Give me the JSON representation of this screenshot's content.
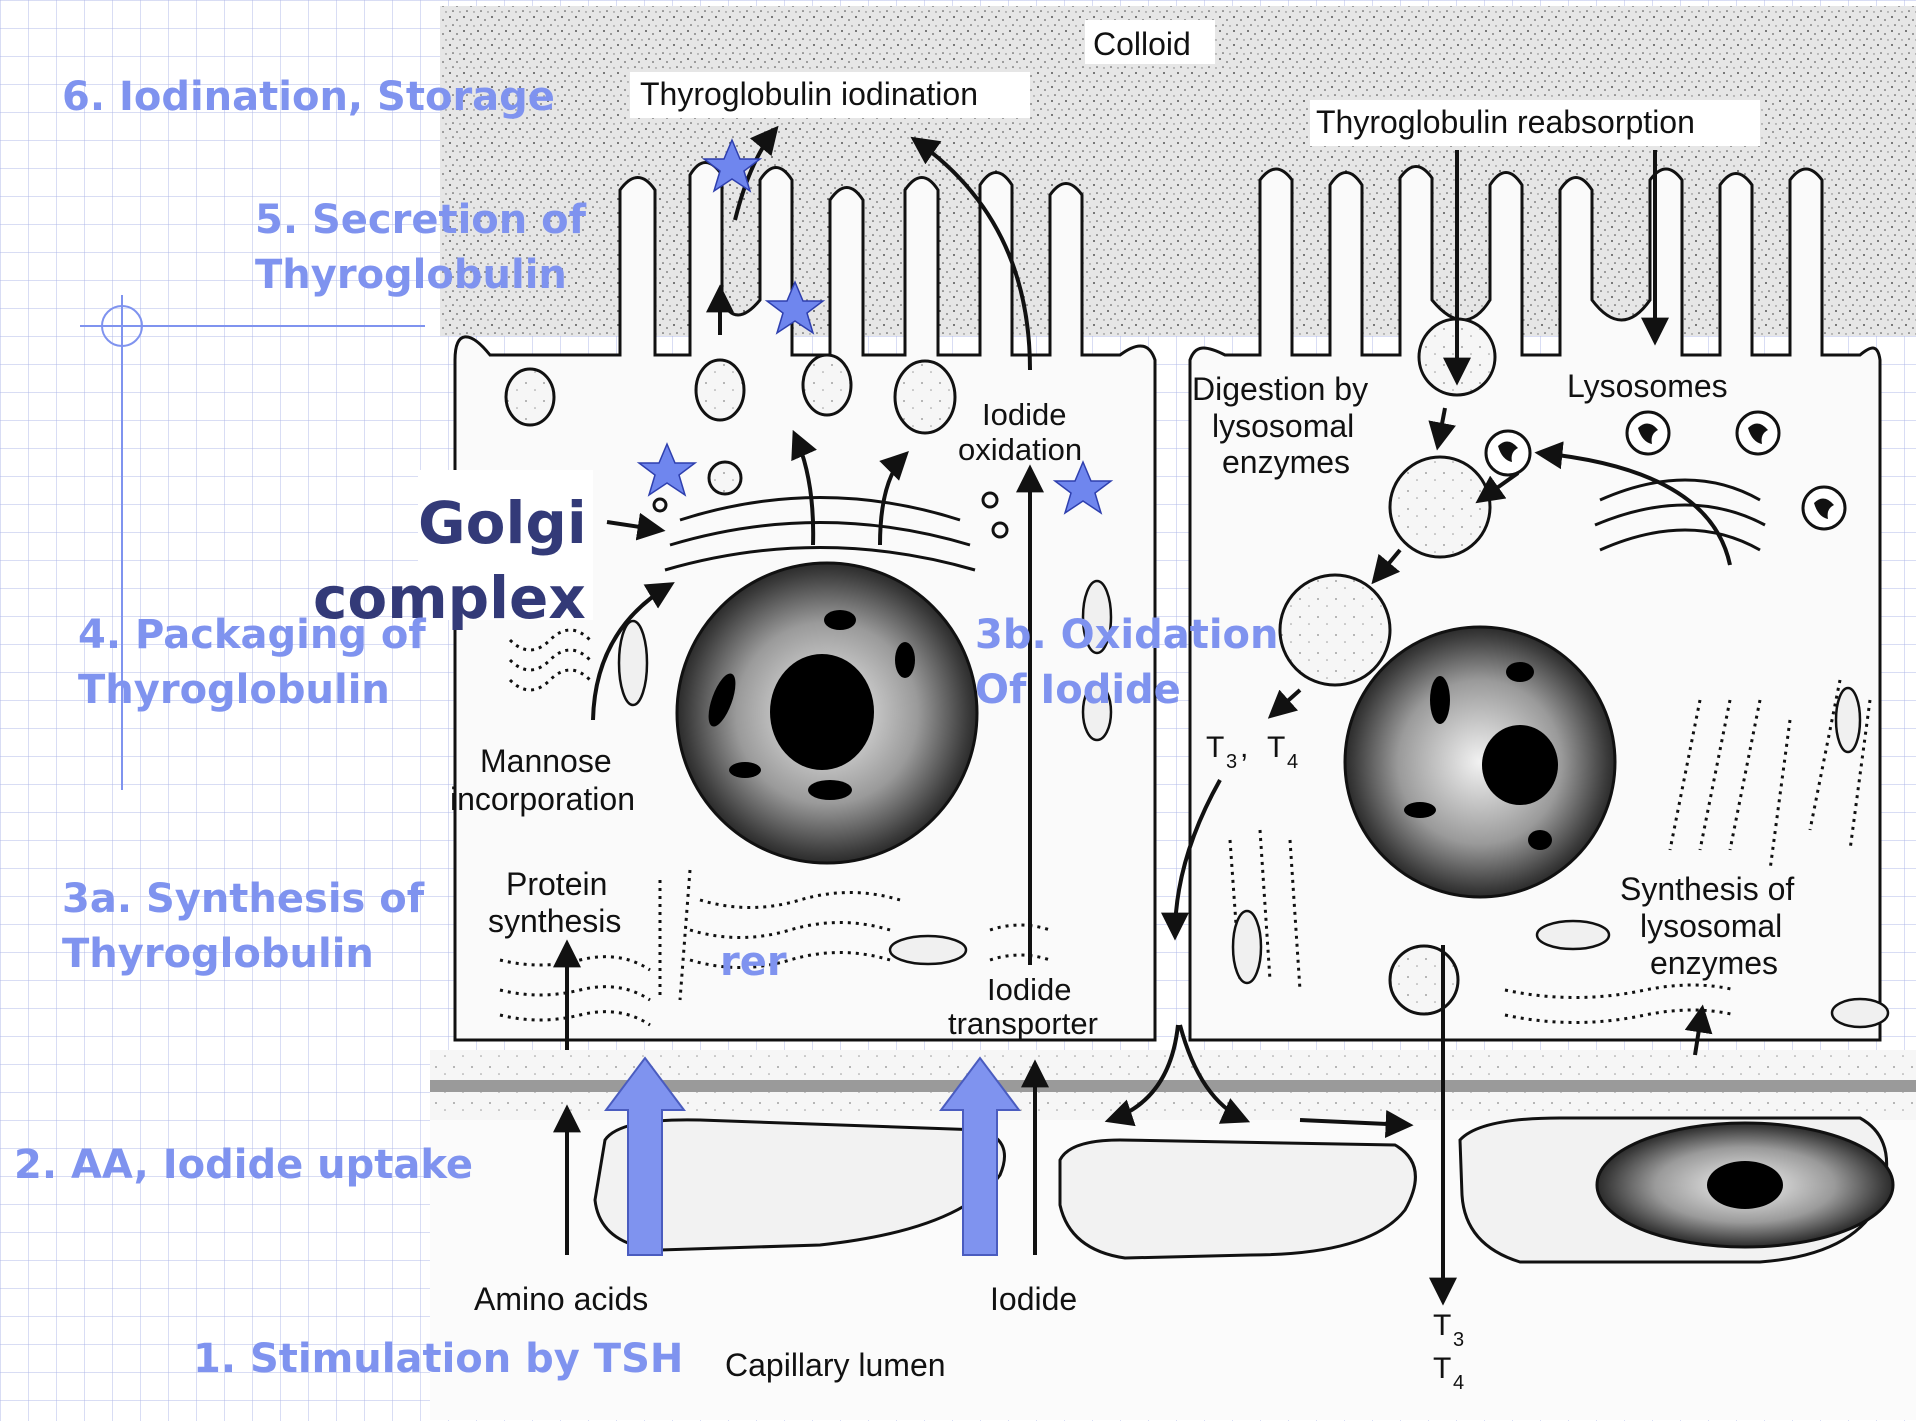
{
  "labels": {
    "colloid": "Colloid",
    "thyroglobulin_iodination": "Thyroglobulin iodination",
    "thyroglobulin_reabsorption": "Thyroglobulin reabsorption",
    "iodide_oxidation_1": "Iodide",
    "iodide_oxidation_2": "oxidation",
    "digestion_1": "Digestion by",
    "digestion_2": "lysosomal",
    "digestion_3": "enzymes",
    "lysosomes": "Lysosomes",
    "t3t4_mid": "T",
    "t3_sub": "3",
    "t4_sub": "4",
    "comma": ",",
    "mannose_1": "Mannose",
    "mannose_2": "incorporation",
    "protein_1": "Protein",
    "protein_2": "synthesis",
    "iodide_transporter_1": "Iodide",
    "iodide_transporter_2": "transporter",
    "synthesis_lyso_1": "Synthesis of",
    "synthesis_lyso_2": "lysosomal",
    "synthesis_lyso_3": "enzymes",
    "amino_acids": "Amino acids",
    "iodide": "Iodide",
    "capillary_lumen": "Capillary lumen"
  },
  "annotations": {
    "step6": "6. Iodination, Storage",
    "step5_1": "5. Secretion of",
    "step5_2": "Thyroglobulin",
    "golgi_1": "Golgi",
    "golgi_2": "complex",
    "step4_1": "4. Packaging of",
    "step4_2": "Thyroglobulin",
    "step3b_1": "3b. Oxidation",
    "step3b_2": "Of Iodide",
    "step3a_1": "3a. Synthesis of",
    "step3a_2": "Thyroglobulin",
    "rer": "rer",
    "step2": "2. AA, Iodide uptake",
    "step1": "1. Stimulation by TSH"
  },
  "colors": {
    "annotation_blue": "#7f93ef",
    "golgi_navy": "#333a78",
    "star_blue": "#6f86ee",
    "grid": "#aab4e6"
  }
}
